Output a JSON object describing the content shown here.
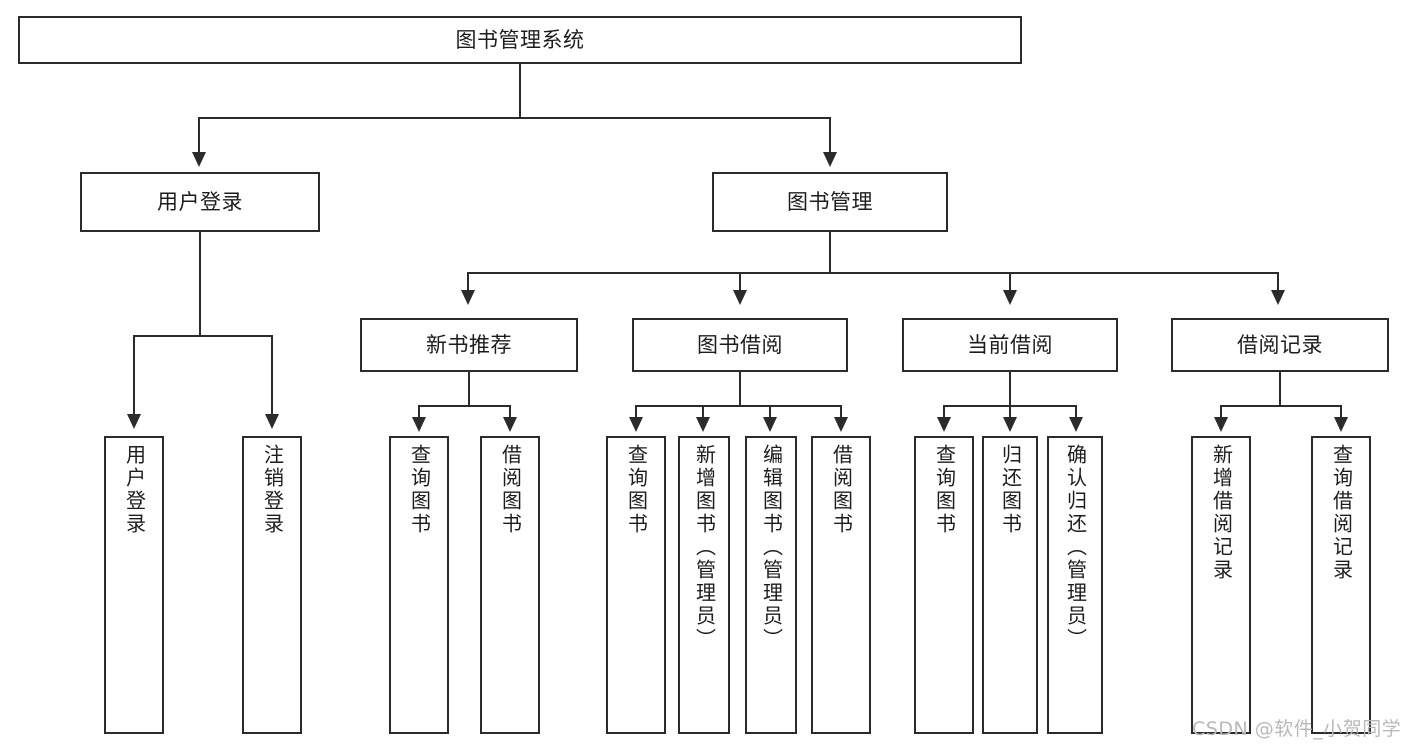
{
  "diagram": {
    "title": "图书管理系统",
    "type": "hierarchy-tree",
    "root": {
      "id": "root",
      "label": "图书管理系统"
    },
    "level1": [
      {
        "id": "user-login",
        "label": "用户登录"
      },
      {
        "id": "book-management",
        "label": "图书管理"
      }
    ],
    "level2": [
      {
        "id": "new-book-recommend",
        "label": "新书推荐",
        "parent": "book-management"
      },
      {
        "id": "book-borrow",
        "label": "图书借阅",
        "parent": "book-management"
      },
      {
        "id": "current-borrow",
        "label": "当前借阅",
        "parent": "book-management"
      },
      {
        "id": "borrow-record",
        "label": "借阅记录",
        "parent": "book-management"
      }
    ],
    "leaves": {
      "user-login": [
        {
          "id": "leaf-user-login",
          "label": "用户登录"
        },
        {
          "id": "leaf-user-logout",
          "label": "注销登录"
        }
      ],
      "new-book-recommend": [
        {
          "id": "leaf-query-book-1",
          "label": "查询图书"
        },
        {
          "id": "leaf-borrow-book-1",
          "label": "借阅图书"
        }
      ],
      "book-borrow": [
        {
          "id": "leaf-query-book-2",
          "label": "查询图书"
        },
        {
          "id": "leaf-add-book",
          "label": "新增图书（管理员）"
        },
        {
          "id": "leaf-edit-book",
          "label": "编辑图书（管理员）"
        },
        {
          "id": "leaf-borrow-book-2",
          "label": "借阅图书"
        }
      ],
      "current-borrow": [
        {
          "id": "leaf-query-book-3",
          "label": "查询图书"
        },
        {
          "id": "leaf-return-book",
          "label": "归还图书"
        },
        {
          "id": "leaf-confirm-return",
          "label": "确认归还（管理员）"
        }
      ],
      "borrow-record": [
        {
          "id": "leaf-add-record",
          "label": "新增借阅记录"
        },
        {
          "id": "leaf-query-record",
          "label": "查询借阅记录"
        }
      ]
    }
  },
  "watermark": {
    "text": "CSDN @软件_小贺同学"
  },
  "colors": {
    "stroke": "#2b2b2b",
    "text": "#1d1d1d",
    "background": "#ffffff",
    "watermark": "#b9b9b9"
  }
}
